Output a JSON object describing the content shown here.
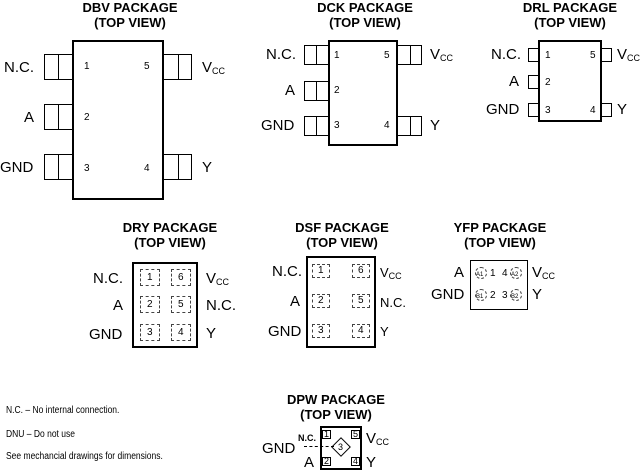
{
  "packages": {
    "dbv": {
      "name": "DBV PACKAGE",
      "view": "(TOP VIEW)",
      "pins": [
        {
          "num": "1",
          "label": "N.C."
        },
        {
          "num": "2",
          "label": "A"
        },
        {
          "num": "3",
          "label": "GND"
        },
        {
          "num": "4",
          "label": "Y"
        },
        {
          "num": "5",
          "label": "V",
          "sub": "CC"
        }
      ]
    },
    "dck": {
      "name": "DCK PACKAGE",
      "view": "(TOP VIEW)",
      "pins": [
        {
          "num": "1",
          "label": "N.C."
        },
        {
          "num": "2",
          "label": "A"
        },
        {
          "num": "3",
          "label": "GND"
        },
        {
          "num": "4",
          "label": "Y"
        },
        {
          "num": "5",
          "label": "V",
          "sub": "CC"
        }
      ]
    },
    "drl": {
      "name": "DRL PACKAGE",
      "view": "(TOP VIEW)",
      "pins": [
        {
          "num": "1",
          "label": "N.C."
        },
        {
          "num": "2",
          "label": "A"
        },
        {
          "num": "3",
          "label": "GND"
        },
        {
          "num": "4",
          "label": "Y"
        },
        {
          "num": "5",
          "label": "V",
          "sub": "CC"
        }
      ]
    },
    "dry": {
      "name": "DRY PACKAGE",
      "view": "(TOP VIEW)",
      "pins": [
        {
          "num": "1",
          "label": "N.C."
        },
        {
          "num": "2",
          "label": "A"
        },
        {
          "num": "3",
          "label": "GND"
        },
        {
          "num": "4",
          "label": "Y"
        },
        {
          "num": "5",
          "label": "N.C."
        },
        {
          "num": "6",
          "label": "V",
          "sub": "CC"
        }
      ]
    },
    "dsf": {
      "name": "DSF PACKAGE",
      "view": "(TOP VIEW)",
      "pins": [
        {
          "num": "1",
          "label": "N.C."
        },
        {
          "num": "2",
          "label": "A"
        },
        {
          "num": "3",
          "label": "GND"
        },
        {
          "num": "4",
          "label": "Y"
        },
        {
          "num": "5",
          "label": "N.C."
        },
        {
          "num": "6",
          "label": "V",
          "sub": "CC"
        }
      ]
    },
    "yfp": {
      "name": "YFP PACKAGE",
      "view": "(TOP VIEW)",
      "left_labels": [
        "A",
        "GND"
      ],
      "right_labels": [
        {
          "label": "V",
          "sub": "CC"
        },
        {
          "label": "Y"
        }
      ],
      "balls": [
        {
          "id": "A1",
          "num": "1"
        },
        {
          "id": "A2",
          "num": "4"
        },
        {
          "id": "B1",
          "num": "2"
        },
        {
          "id": "B2",
          "num": "3"
        }
      ]
    },
    "dpw": {
      "name": "DPW PACKAGE",
      "view": "(TOP VIEW)",
      "left_labels": [
        "GND",
        "A"
      ],
      "nc_label": "N.C.",
      "right_labels": [
        {
          "label": "V",
          "sub": "CC"
        },
        {
          "label": "Y"
        }
      ],
      "pad_nums": [
        "1",
        "2",
        "3",
        "4",
        "5"
      ]
    }
  },
  "notes": [
    "N.C. – No internal connection.",
    "DNU – Do not use",
    "See mechancial drawings for dimensions."
  ]
}
